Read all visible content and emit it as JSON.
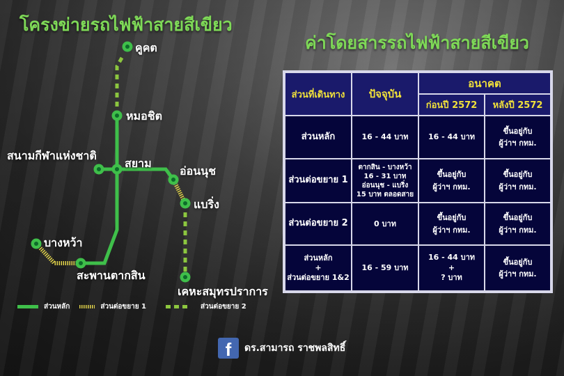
{
  "map": {
    "title": "โครงข่ายรถไฟฟ้าสายสีเขียว",
    "stations": {
      "khu_khot": "คูคต",
      "mo_chit": "หมอชิต",
      "national_stadium": "สนามกีฬาแห่งชาติ",
      "siam": "สยาม",
      "on_nut": "อ่อนนุช",
      "bearing": "แบริ่ง",
      "bang_wa": "บางหว้า",
      "saphan_taksin": "สะพานตากสิน",
      "kheha": "เคหะสมุทรปราการ"
    },
    "legend": {
      "main": "ส่วนหลัก",
      "ext1": "ส่วนต่อขยาย 1",
      "ext2": "ส่วนต่อขยาย 2"
    },
    "colors": {
      "main": "#3fbf4a",
      "ext1": "#e0d24a",
      "ext2": "#8cc63f",
      "title": "#7ed957"
    }
  },
  "fare": {
    "title": "ค่าโดยสารรถไฟฟ้าสายสีเขียว",
    "headers": {
      "segment": "ส่วนที่เดินทาง",
      "current": "ปัจจุบัน",
      "future": "อนาคต",
      "before": "ก่อนปี 2572",
      "after": "หลังปี 2572"
    },
    "rows": [
      {
        "segment": "ส่วนหลัก",
        "current": [
          "16 - 44 บาท"
        ],
        "before": [
          "16 - 44 บาท"
        ],
        "after": [
          "ขึ้นอยู่กับ",
          "ผู้ว่าฯ กทม."
        ]
      },
      {
        "segment": "ส่วนต่อขยาย 1",
        "current": [
          "ตากสิน - บางหว้า",
          "16 - 31 บาท",
          "อ่อนนุช - แบริ่ง",
          "15 บาท ตลอดสาย"
        ],
        "before": [
          "ขึ้นอยู่กับ",
          "ผู้ว่าฯ กทม."
        ],
        "after": [
          "ขึ้นอยู่กับ",
          "ผู้ว่าฯ กทม."
        ]
      },
      {
        "segment": "ส่วนต่อขยาย 2",
        "current": [
          "0 บาท"
        ],
        "before": [
          "ขึ้นอยู่กับ",
          "ผู้ว่าฯ กทม."
        ],
        "after": [
          "ขึ้นอยู่กับ",
          "ผู้ว่าฯ กทม."
        ]
      },
      {
        "segment_lines": [
          "ส่วนหลัก",
          "+",
          "ส่วนต่อขยาย 1&2"
        ],
        "current": [
          "16 - 59 บาท"
        ],
        "before": [
          "16 - 44 บาท",
          "+",
          "? บาท"
        ],
        "after": [
          "ขึ้นอยู่กับ",
          "ผู้ว่าฯ กทม."
        ]
      }
    ],
    "colors": {
      "header_bg": "#1a1a6b",
      "body_bg": "#05053a",
      "header_text": "#f2e23a",
      "border": "#d8d8ea"
    }
  },
  "credit": {
    "icon": "facebook-icon",
    "name": "ดร.สามารถ ราชพลสิทธิ์"
  }
}
